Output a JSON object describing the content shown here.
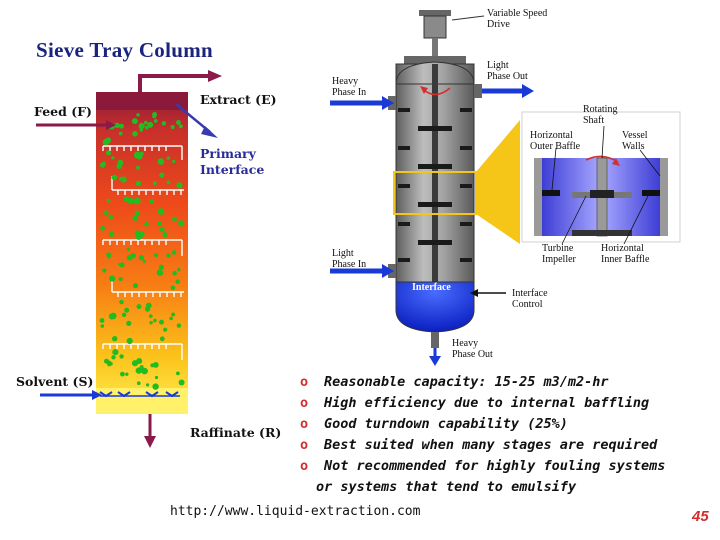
{
  "title": "Sieve Tray Column",
  "left_diagram": {
    "feed": "Feed (F)",
    "extract": "Extract (E)",
    "primary_interface": [
      "Primary",
      "Interface"
    ],
    "solvent": "Solvent (S)",
    "raffinate": "Raffinate (R)"
  },
  "right_diagram": {
    "variable_speed_drive": [
      "Variable Speed",
      "Drive"
    ],
    "light_phase_out": [
      "Light",
      "Phase Out"
    ],
    "heavy_phase_in": [
      "Heavy",
      "Phase In"
    ],
    "rotating_shaft": [
      "Rotating",
      "Shaft"
    ],
    "horizontal_outer_baffle": [
      "Horizontal",
      "Outer Baffle"
    ],
    "vessel_walls": [
      "Vessel",
      "Walls"
    ],
    "light_phase_in": [
      "Light",
      "Phase In"
    ],
    "turbine_impeller": [
      "Turbine",
      "Impeller"
    ],
    "horizontal_inner_baffle": [
      "Horizontal",
      "Inner Baffle"
    ],
    "interface": "Interface",
    "interface_control": [
      "Interface",
      "Control"
    ],
    "heavy_phase_out": [
      "Heavy",
      "Phase Out"
    ]
  },
  "bullets": [
    "Reasonable capacity: 15-25 m3/m2-hr",
    "High efficiency due to internal baffling",
    "Good turndown capability (25%)",
    "Best suited when many stages are required",
    "Not recommended for highly fouling systems"
  ],
  "bullet_continuation": "or systems that tend to emulsify",
  "bullet_marker": "o",
  "url": "http://www.liquid-extraction.com",
  "page_number": "45",
  "colors": {
    "title": "#1a237e",
    "column_top": "#8b1a3a",
    "column_bottom": "#ffee44",
    "bubbles": "#22bb22",
    "arrow_blue": "#1a3ad8",
    "arrow_maroon": "#8b1a4a",
    "vessel": "#8a8a8a",
    "interface_blue": "#1f3fe0",
    "page_number": "#d32f2f"
  }
}
